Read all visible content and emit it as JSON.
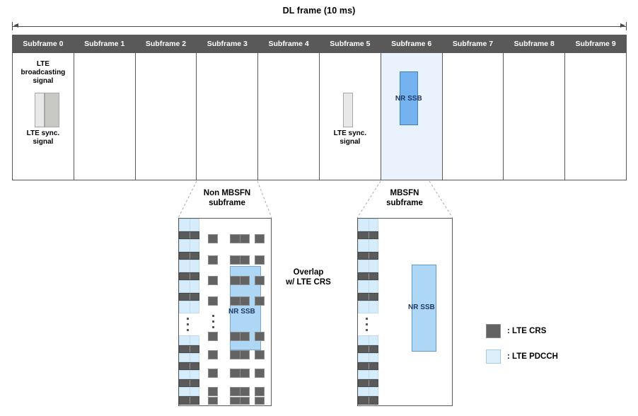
{
  "frame": {
    "title": "DL frame (10 ms)",
    "subframes": [
      {
        "label": "Subframe 0",
        "highlight": false
      },
      {
        "label": "Subframe 1",
        "highlight": false
      },
      {
        "label": "Subframe 2",
        "highlight": false
      },
      {
        "label": "Subframe 3",
        "highlight": false
      },
      {
        "label": "Subframe 4",
        "highlight": false
      },
      {
        "label": "Subframe 5",
        "highlight": false
      },
      {
        "label": "Subframe 6",
        "highlight": true
      },
      {
        "label": "Subframe 7",
        "highlight": false
      },
      {
        "label": "Subframe 8",
        "highlight": false
      },
      {
        "label": "Subframe 9",
        "highlight": false
      }
    ],
    "annotations": {
      "lte_broadcasting": "LTE\nbroadcasting\nsignal",
      "lte_broadcasting_l1": "LTE",
      "lte_broadcasting_l2": "broadcasting",
      "lte_broadcasting_l3": "signal",
      "lte_sync_l1": "LTE sync.",
      "lte_sync_l2": "signal",
      "lte_sync_sf5_l1": "LTE sync.",
      "lte_sync_sf5_l2": "signal",
      "nr_ssb": "NR SSB"
    }
  },
  "callouts": {
    "non_mbsfn_l1": "Non MBSFN",
    "non_mbsfn_l2": "subframe",
    "mbsfn_l1": "MBSFN",
    "mbsfn_l2": "subframe"
  },
  "panels": {
    "non_mbsfn": {
      "ssb_label": "NR SSB",
      "overlap_l1": "Overlap",
      "overlap_l2": "w/ LTE CRS"
    },
    "mbsfn": {
      "ssb_label": "NR SSB"
    }
  },
  "legend": {
    "items": [
      {
        "label": ": LTE CRS",
        "swatch": "crs",
        "color": "#636363"
      },
      {
        "label": ": LTE PDCCH",
        "swatch": "pdcch",
        "color": "#dceffb"
      }
    ]
  },
  "colors": {
    "header_bg": "#595959",
    "highlight_bg": "#eaf3fd",
    "ssb_blue": "#74b3ef",
    "ssb_text": "#1f3864",
    "crs_gray": "#636363",
    "pdcch_blue": "#d6ecfb",
    "ssb_pdcch_blue": "#aed7f5"
  }
}
